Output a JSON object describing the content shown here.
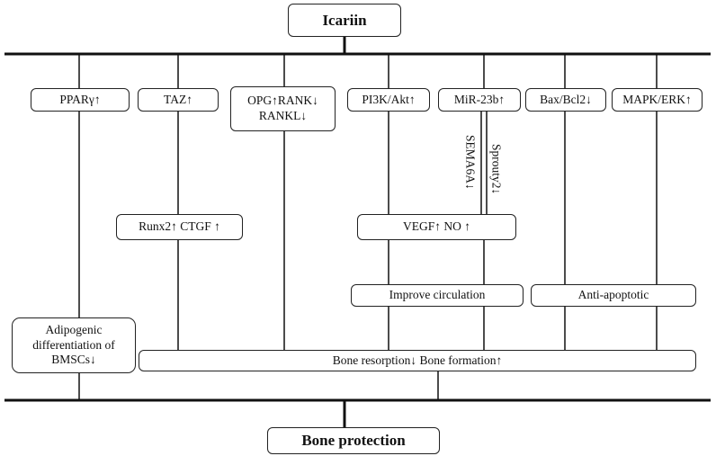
{
  "top": {
    "label": "Icariin"
  },
  "targets": [
    {
      "id": "ppar",
      "label": "PPARγ↑"
    },
    {
      "id": "taz",
      "label": "TAZ↑"
    },
    {
      "id": "opg",
      "line1": "OPG↑RANK↓",
      "line2": "RANKL↓"
    },
    {
      "id": "pi3k",
      "label": "PI3K/Akt↑"
    },
    {
      "id": "mir",
      "label": "MiR-23b↑"
    },
    {
      "id": "bax",
      "label": "Bax/Bcl2↓"
    },
    {
      "id": "mapk",
      "label": "MAPK/ERK↑"
    }
  ],
  "mir_branches": {
    "left": "SEMA6A↓",
    "right": "Sprouty2↓"
  },
  "mid": {
    "runx2": "Runx2↑ CTGF ↑",
    "vegf": "VEGF↑ NO ↑",
    "circulation": "Improve circulation",
    "apoptotic": "Anti-apoptotic"
  },
  "adipogenic": {
    "line1": "Adipogenic",
    "line2": "differentiation of",
    "line3": "BMSCs↓"
  },
  "bone_effects": {
    "label": "Bone resorption↓ Bone formation↑"
  },
  "bottom": {
    "label": "Bone protection"
  }
}
